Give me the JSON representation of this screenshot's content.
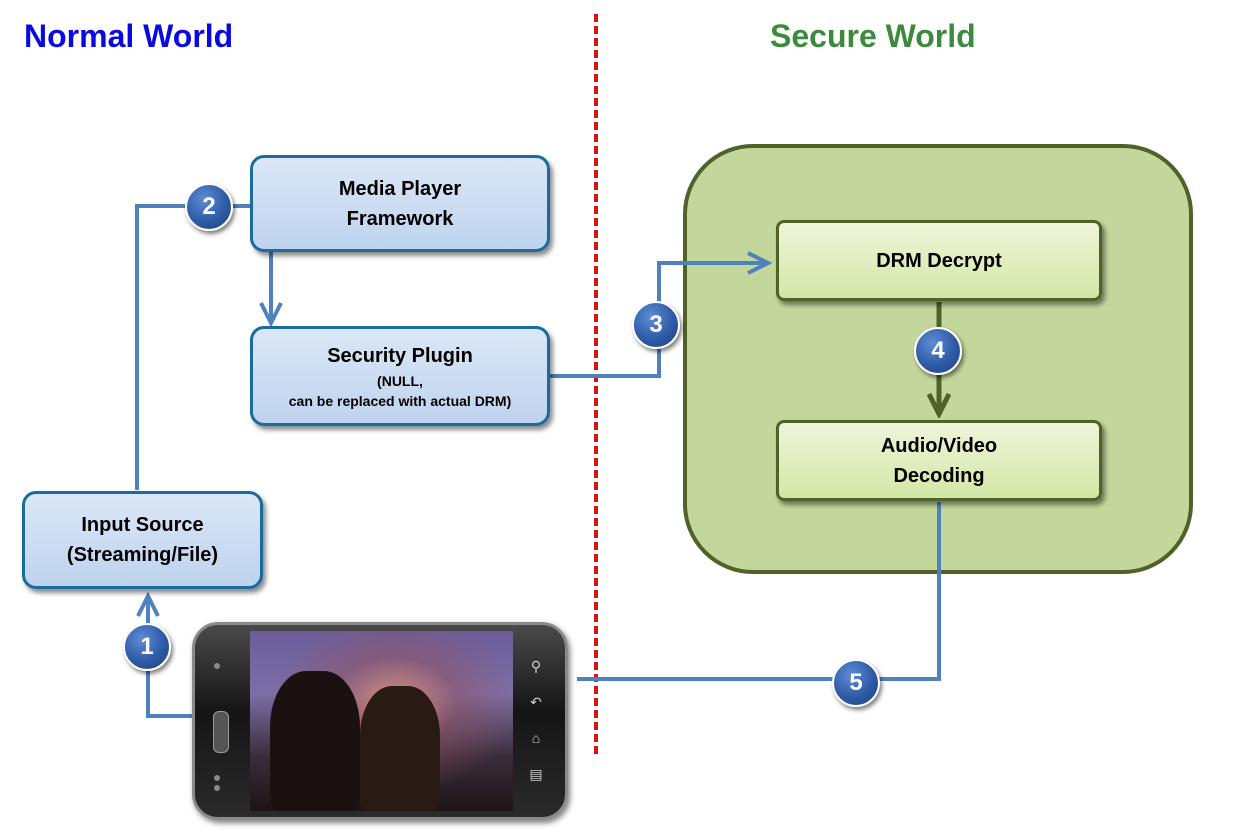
{
  "titles": {
    "normal_world": "Normal World",
    "secure_world": "Secure World"
  },
  "colors": {
    "normal_world_title": "#0a0ae0",
    "secure_world_title": "#3c8a3c",
    "divider": "#e01010",
    "flow_line": "#4f81bd",
    "secure_flow_line": "#4f6228",
    "secure_container_fill": "#c3d69b"
  },
  "boxes": {
    "input_source": {
      "line1": "Input Source",
      "line2": "(Streaming/File)"
    },
    "media_player": {
      "line1": "Media Player",
      "line2": "Framework"
    },
    "security_plugin": {
      "line1": "Security Plugin",
      "line2": "(NULL,",
      "line3": "can be replaced with actual DRM)"
    },
    "drm_decrypt": {
      "line1": "DRM Decrypt"
    },
    "audio_video": {
      "line1": "Audio/Video",
      "line2": "Decoding"
    }
  },
  "steps": [
    "1",
    "2",
    "3",
    "4",
    "5"
  ],
  "icons": {
    "device": "smartphone-icon",
    "search_button": "search-icon",
    "back_button": "back-icon",
    "home_button": "home-icon",
    "menu_button": "menu-icon"
  }
}
